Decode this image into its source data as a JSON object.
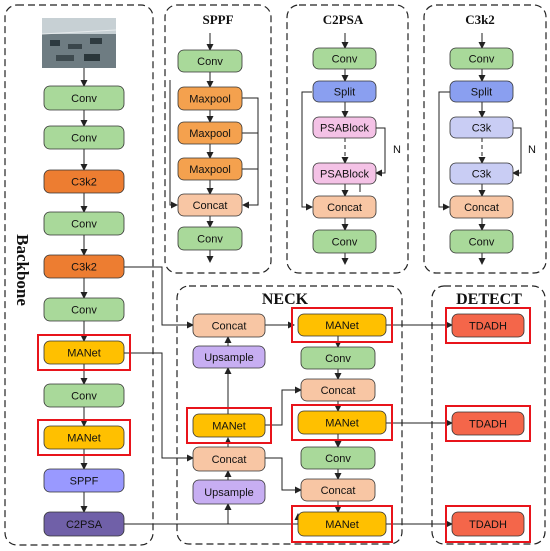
{
  "sections": {
    "backbone": "Backbone",
    "sppf": "SPPF",
    "c2psa": "C2PSA",
    "c3k2": "C3k2",
    "neck": "NECK",
    "detect": "DETECT"
  },
  "backbone": {
    "input_image": "camera-input-image",
    "layers": [
      "Conv",
      "Conv",
      "C3k2",
      "Conv",
      "C3k2",
      "Conv",
      "MANet",
      "Conv",
      "MANet",
      "SPPF",
      "C2PSA"
    ]
  },
  "sppf": {
    "blocks": [
      "Conv",
      "Maxpool",
      "Maxpool",
      "Maxpool",
      "Concat",
      "Conv"
    ]
  },
  "c2psa": {
    "blocks": [
      "Conv",
      "Split",
      "PSABlock",
      "PSABlock",
      "Concat",
      "Conv"
    ],
    "repeat_label": "N"
  },
  "c3k2": {
    "blocks": [
      "Conv",
      "Split",
      "C3k",
      "C3k",
      "Concat",
      "Conv"
    ],
    "repeat_label": "N"
  },
  "neck": {
    "left": [
      "Concat",
      "Upsample",
      "MANet",
      "Concat",
      "Upsample"
    ],
    "right": [
      "MANet",
      "Conv",
      "Concat",
      "MANet",
      "Conv",
      "Concat",
      "MANet"
    ]
  },
  "detect": {
    "heads": [
      "TDADH",
      "TDADH",
      "TDADH"
    ]
  },
  "colors": {
    "conv": "#a9d99a",
    "c3k2": "#ed7d31",
    "manet": "#ffc000",
    "sppf": "#9999ff",
    "c2psa": "#7060a8",
    "maxpool": "#f4a14e",
    "concat": "#f8c6a4",
    "split": "#8a9ff0",
    "psablock": "#f4c2e6",
    "c3k": "#c9cdf4",
    "upsample": "#c7aef2",
    "tdadh": "#f4664a",
    "highlight": "#e8141b"
  }
}
